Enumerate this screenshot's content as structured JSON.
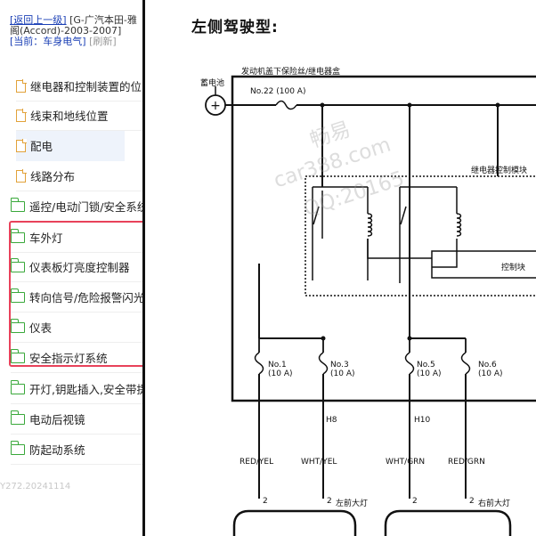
{
  "nav": {
    "back_link": "[返回上一级]",
    "breadcrumb": "[G-广汽本田-雅阁(Accord)-2003-2007]",
    "current_label": "[当前：车身电气]",
    "refresh": "[刷新]"
  },
  "tree": {
    "items": [
      {
        "label": "继电器和控制装置的位",
        "type": "doc"
      },
      {
        "label": "线束和地线位置",
        "type": "doc"
      },
      {
        "label": "配电",
        "type": "doc",
        "selected": true
      },
      {
        "label": "线路分布",
        "type": "doc"
      },
      {
        "label": "遥控/电动门锁/安全系统",
        "type": "folder"
      },
      {
        "label": "车外灯",
        "type": "folder"
      },
      {
        "label": "仪表板灯亮度控制器",
        "type": "folder"
      },
      {
        "label": "转向信号/危险报警闪光",
        "type": "folder"
      },
      {
        "label": "仪表",
        "type": "folder"
      },
      {
        "label": "安全指示灯系统",
        "type": "folder"
      },
      {
        "label": "开灯,钥匙插入,安全带提",
        "type": "folder"
      },
      {
        "label": "电动后视镜",
        "type": "folder"
      },
      {
        "label": "防起动系统",
        "type": "folder"
      }
    ]
  },
  "footer": {
    "version": "Y272.20241114"
  },
  "diagram": {
    "title": "左侧驾驶型:",
    "battery_label": "蓄电池",
    "fuse_box_label": "发动机盖下保险丝/继电器盒",
    "main_fuse": "No.22 (100 A)",
    "relay_module": "继电器控制模块",
    "control_unit": "控制块",
    "fuses": [
      {
        "num": "No.1",
        "amp": "(10 A)"
      },
      {
        "num": "No.3",
        "amp": "(10 A)"
      },
      {
        "num": "No.5",
        "amp": "(10 A)"
      },
      {
        "num": "No.6",
        "amp": "(10 A)"
      }
    ],
    "connectors": [
      "H8",
      "H10"
    ],
    "wires": [
      "RED/YEL",
      "WHT/YEL",
      "WHT/GRN",
      "RED/GRN"
    ],
    "lamps": [
      {
        "pin_a": "2",
        "pin_b": "2",
        "label": "左前大灯"
      },
      {
        "pin_a": "2",
        "pin_b": "2",
        "label": "右前大灯"
      }
    ],
    "watermarks": [
      "畅易",
      "car388.com",
      "QQ:20165"
    ]
  },
  "colors": {
    "highlight_box": "#e8425a",
    "link": "#1a3fb5",
    "folder_icon": "#39a83a",
    "doc_icon": "#e2a23a"
  }
}
